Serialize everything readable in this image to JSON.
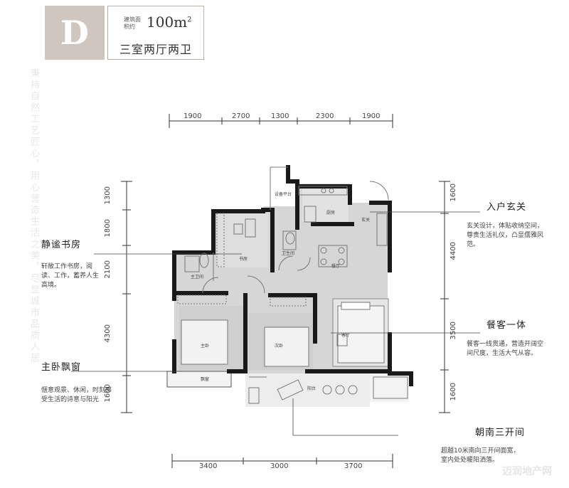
{
  "header": {
    "unit_letter": "D",
    "area_label": "建筑面积约",
    "area_value": "100m",
    "area_sup": "2",
    "layout": "三室两厅两卫"
  },
  "dimensions": {
    "top": [
      "1900",
      "2700",
      "1300",
      "2300",
      "1900"
    ],
    "bottom": [
      "3400",
      "3000",
      "3700"
    ],
    "left": [
      "1300",
      "1800",
      "2100",
      "4300",
      "1600"
    ],
    "right": [
      "1600",
      "4400",
      "3500",
      "1600"
    ]
  },
  "features": {
    "study": {
      "title": "静谧书房",
      "desc": "轩敞工作书房，阅读、工作，蓄养人生高境。"
    },
    "bay_window": {
      "title": "主卧飘窗",
      "desc": "惬意观景、休闲，时刻感受生活的诗意与阳光"
    },
    "entrance": {
      "title": "入户玄关",
      "desc": "玄关设计，体贴收纳空间，尊贵生活礼仪，凸显儒雅风范。"
    },
    "dining": {
      "title": "餐客一体",
      "desc": "餐客一线贯通，营造开阔空间尺度，生活大气从容。"
    },
    "south": {
      "title": "朝南三开间",
      "desc": "超越10米南向三开间面宽，室内处处暖阳洒落。"
    }
  },
  "rooms": {
    "equipment_platform": "设备平台",
    "kitchen": "厨房",
    "foyer": "玄关",
    "bathroom2": "卫生间",
    "study": "书房",
    "dining_room": "餐厅",
    "master_bath": "主卫间",
    "master_bed": "主卧",
    "second_bed": "次卧",
    "living": "客厅",
    "bay_window": "飘窗",
    "balcony": "阳台"
  },
  "side_text": "秉持自然工艺匠心，用心营造生活之美，尽显城市品质人居",
  "watermark": "迈润地产网"
}
